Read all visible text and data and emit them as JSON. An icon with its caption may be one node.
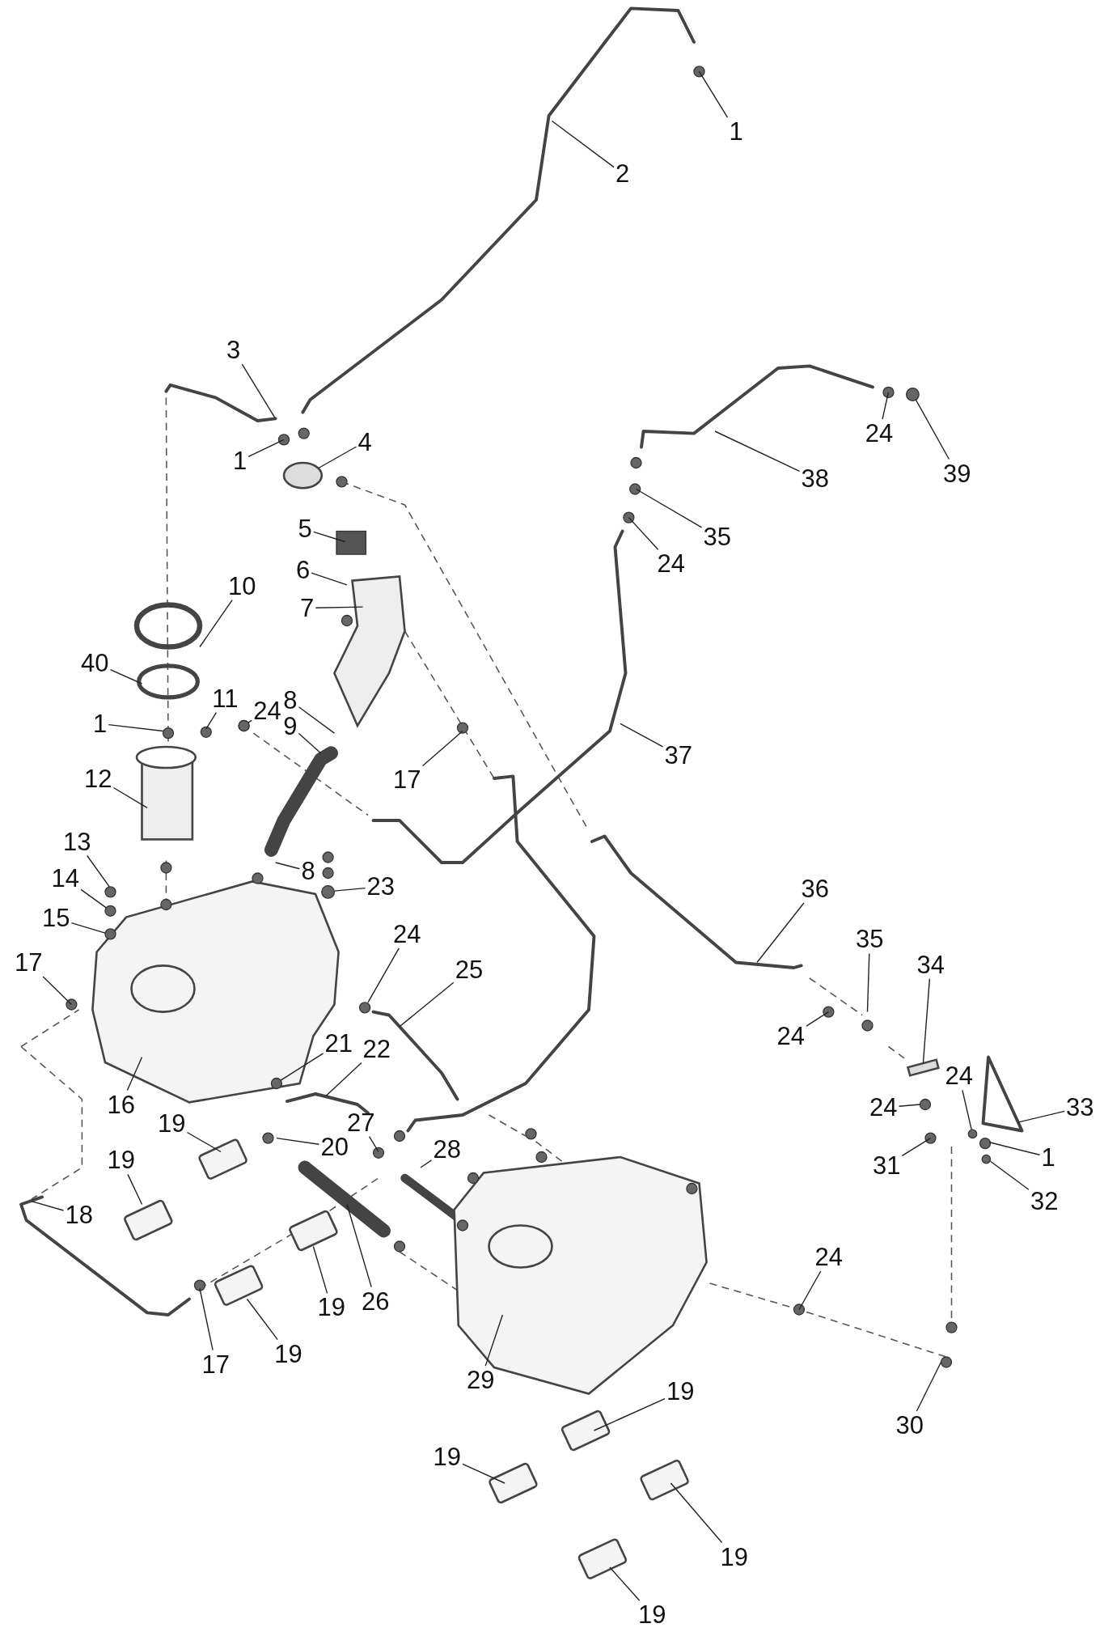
{
  "diagram": {
    "nodes": [
      {
        "text": [
          "1"
        ]
      },
      {
        "text": [
          "2"
        ]
      },
      {
        "text": [
          "3"
        ]
      },
      {
        "text": [
          "1"
        ]
      },
      {
        "text": [
          "4"
        ]
      },
      {
        "text": [
          "39"
        ]
      },
      {
        "text": [
          "24"
        ]
      },
      {
        "text": [
          "38"
        ]
      },
      {
        "text": [
          "35"
        ]
      },
      {
        "text": [
          "24"
        ]
      },
      {
        "text": [
          "5"
        ]
      },
      {
        "text": [
          "6"
        ]
      },
      {
        "text": [
          "10"
        ]
      },
      {
        "text": [
          "7"
        ]
      },
      {
        "text": [
          "40"
        ]
      },
      {
        "text": [
          "8"
        ]
      },
      {
        "text": [
          "9"
        ]
      },
      {
        "text": [
          "11"
        ]
      },
      {
        "text": [
          "24"
        ]
      },
      {
        "text": [
          "1"
        ]
      },
      {
        "text": [
          "37"
        ]
      },
      {
        "text": [
          "17"
        ]
      },
      {
        "text": [
          "12"
        ]
      },
      {
        "text": [
          "8"
        ]
      },
      {
        "text": [
          "36"
        ]
      },
      {
        "text": [
          "23"
        ]
      },
      {
        "text": [
          "13"
        ]
      },
      {
        "text": [
          "14"
        ]
      },
      {
        "text": [
          "15"
        ]
      },
      {
        "text": [
          "35"
        ]
      },
      {
        "text": [
          "24"
        ]
      },
      {
        "text": [
          "34"
        ]
      },
      {
        "text": [
          "25"
        ]
      },
      {
        "text": [
          "17"
        ]
      },
      {
        "text": [
          "24"
        ]
      },
      {
        "text": [
          "21"
        ]
      },
      {
        "text": [
          "22"
        ]
      },
      {
        "text": [
          "16"
        ]
      },
      {
        "text": [
          "24"
        ]
      },
      {
        "text": [
          "33"
        ]
      },
      {
        "text": [
          "24"
        ]
      },
      {
        "text": [
          "19"
        ]
      },
      {
        "text": [
          "27"
        ]
      },
      {
        "text": [
          "20"
        ]
      },
      {
        "text": [
          "1"
        ]
      },
      {
        "text": [
          "31"
        ]
      },
      {
        "text": [
          "28"
        ]
      },
      {
        "text": [
          "19"
        ]
      },
      {
        "text": [
          "32"
        ]
      },
      {
        "text": [
          "18"
        ]
      },
      {
        "text": [
          "26"
        ]
      },
      {
        "text": [
          "19"
        ]
      },
      {
        "text": [
          "24"
        ]
      },
      {
        "text": [
          "17"
        ]
      },
      {
        "text": [
          "19"
        ]
      },
      {
        "text": [
          "29"
        ]
      },
      {
        "text": [
          "30"
        ]
      },
      {
        "text": [
          "19"
        ]
      },
      {
        "text": [
          "19"
        ]
      },
      {
        "text": [
          "19"
        ]
      },
      {
        "text": [
          "19"
        ]
      },
      {
        "text": [],
        "shape": "circle"
      },
      {
        "text": [],
        "shape": "circle"
      },
      {
        "text": [],
        "shape": "circle"
      },
      {
        "text": [],
        "shape": "circle"
      },
      {
        "text": [],
        "shape": "circle"
      },
      {
        "text": [],
        "shape": "box"
      },
      {
        "text": [],
        "shape": "tube"
      },
      {
        "text": [],
        "shape": "tube"
      },
      {
        "text": [],
        "shape": "triangle"
      },
      {
        "text": [],
        "shape": "circle"
      },
      {
        "text": [],
        "shape": "circle"
      },
      {
        "text": [],
        "shape": "circle"
      },
      {
        "text": [],
        "shape": "circle"
      },
      {
        "text": [],
        "shape": "circle"
      },
      {
        "text": [],
        "shape": "circle"
      },
      {
        "text": [],
        "shape": "circle"
      },
      {
        "text": [],
        "shape": "circle"
      }
    ],
    "edges": [
      {
        "from": 0,
        "to": null,
        "arrow": "none"
      },
      {
        "from": 1,
        "to": null,
        "arrow": "none"
      },
      {
        "from": 2,
        "to": null,
        "arrow": "none"
      },
      {
        "from": 3,
        "to": null,
        "arrow": "none"
      },
      {
        "from": 4,
        "to": 61,
        "arrow": "none"
      },
      {
        "from": 5,
        "to": 62,
        "arrow": "none"
      },
      {
        "from": 6,
        "to": null,
        "arrow": "none"
      },
      {
        "from": 7,
        "to": null,
        "arrow": "none"
      },
      {
        "from": 8,
        "to": null,
        "arrow": "none"
      },
      {
        "from": 9,
        "to": null,
        "arrow": "none"
      },
      {
        "from": 10,
        "to": null,
        "arrow": "none"
      },
      {
        "from": 11,
        "to": null,
        "arrow": "none"
      },
      {
        "from": 12,
        "to": null,
        "arrow": "none"
      },
      {
        "from": 13,
        "to": null,
        "arrow": "none"
      },
      {
        "from": 14,
        "to": null,
        "arrow": "none"
      },
      {
        "from": 15,
        "to": null,
        "arrow": "none"
      },
      {
        "from": 16,
        "to": null,
        "arrow": "none"
      },
      {
        "from": 17,
        "to": null,
        "arrow": "none"
      },
      {
        "from": 18,
        "to": 71,
        "arrow": "none"
      },
      {
        "from": 19,
        "to": null,
        "arrow": "none"
      },
      {
        "from": 20,
        "to": null,
        "arrow": "none"
      },
      {
        "from": 21,
        "to": null,
        "arrow": "none"
      },
      {
        "from": 22,
        "to": null,
        "arrow": "none"
      },
      {
        "from": 23,
        "to": null,
        "arrow": "none"
      },
      {
        "from": 24,
        "to": null,
        "arrow": "none"
      },
      {
        "from": 25,
        "to": 63,
        "arrow": "none"
      },
      {
        "from": 26,
        "to": 64,
        "arrow": "none"
      },
      {
        "from": 27,
        "to": 72,
        "arrow": "none"
      },
      {
        "from": 28,
        "to": 73,
        "arrow": "none"
      },
      {
        "from": 29,
        "to": null,
        "arrow": "none"
      },
      {
        "from": 30,
        "to": 65,
        "arrow": "none"
      },
      {
        "from": 31,
        "to": 66,
        "arrow": "none"
      },
      {
        "from": 32,
        "to": 67,
        "arrow": "none"
      },
      {
        "from": 33,
        "to": null,
        "arrow": "none"
      },
      {
        "from": 34,
        "to": null,
        "arrow": "none"
      },
      {
        "from": 35,
        "to": 74,
        "arrow": "none"
      },
      {
        "from": 36,
        "to": 68,
        "arrow": "none"
      },
      {
        "from": 37,
        "to": null,
        "arrow": "none"
      },
      {
        "from": 38,
        "to": 75,
        "arrow": "none"
      },
      {
        "from": 39,
        "to": 69,
        "arrow": "none"
      },
      {
        "from": 40,
        "to": 70,
        "arrow": "none"
      },
      {
        "from": 41,
        "to": null,
        "arrow": "none"
      },
      {
        "from": 42,
        "to": null,
        "arrow": "none"
      },
      {
        "from": 43,
        "to": null,
        "arrow": "none"
      },
      {
        "from": 44,
        "to": 76,
        "arrow": "none"
      },
      {
        "from": 45,
        "to": null,
        "arrow": "none"
      },
      {
        "from": 46,
        "to": null,
        "arrow": "none"
      },
      {
        "from": 47,
        "to": null,
        "arrow": "none"
      },
      {
        "from": 48,
        "to": 77,
        "arrow": "none"
      },
      {
        "from": 49,
        "to": null,
        "arrow": "none"
      },
      {
        "from": 50,
        "to": null,
        "arrow": "none"
      },
      {
        "from": 51,
        "to": null,
        "arrow": "none"
      },
      {
        "from": 52,
        "to": null,
        "arrow": "none"
      },
      {
        "from": 53,
        "to": null,
        "arrow": "none"
      },
      {
        "from": 54,
        "to": null,
        "arrow": "none"
      },
      {
        "from": 55,
        "to": null,
        "arrow": "none"
      },
      {
        "from": 56,
        "to": null,
        "arrow": "none"
      },
      {
        "from": 57,
        "to": null,
        "arrow": "none"
      },
      {
        "from": 58,
        "to": null,
        "arrow": "none"
      },
      {
        "from": 59,
        "to": null,
        "arrow": "none"
      },
      {
        "from": 60,
        "to": null,
        "arrow": "none"
      }
    ]
  }
}
